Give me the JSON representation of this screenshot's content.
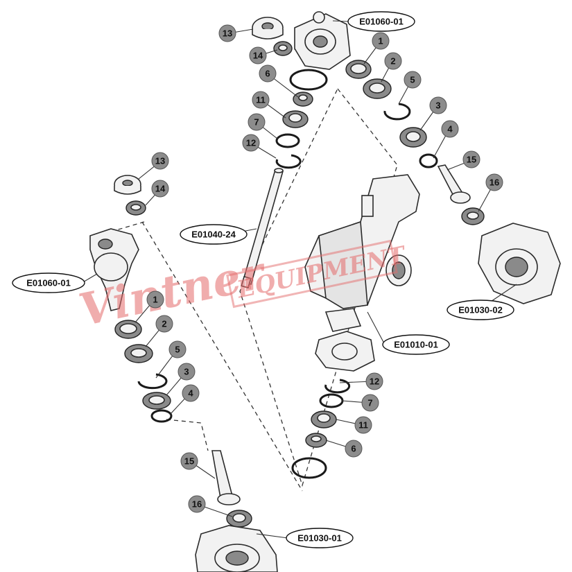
{
  "diagram": {
    "watermark": {
      "script_text": "Vintner",
      "block_text": "EQUIPMENT"
    },
    "callouts": [
      {
        "id": "c13-top",
        "label": "13"
      },
      {
        "id": "c14-top",
        "label": "14"
      },
      {
        "id": "c6-top",
        "label": "6"
      },
      {
        "id": "c11-top",
        "label": "11"
      },
      {
        "id": "c7-top",
        "label": "7"
      },
      {
        "id": "c12-top",
        "label": "12"
      },
      {
        "id": "c1-right",
        "label": "1"
      },
      {
        "id": "c2-right",
        "label": "2"
      },
      {
        "id": "c5-right",
        "label": "5"
      },
      {
        "id": "c3-right",
        "label": "3"
      },
      {
        "id": "c4-right",
        "label": "4"
      },
      {
        "id": "c15-right",
        "label": "15"
      },
      {
        "id": "c16-right",
        "label": "16"
      },
      {
        "id": "c13-left",
        "label": "13"
      },
      {
        "id": "c14-left",
        "label": "14"
      },
      {
        "id": "c1-left",
        "label": "1"
      },
      {
        "id": "c2-left",
        "label": "2"
      },
      {
        "id": "c5-left",
        "label": "5"
      },
      {
        "id": "c3-left",
        "label": "3"
      },
      {
        "id": "c4-left",
        "label": "4"
      },
      {
        "id": "c15-left",
        "label": "15"
      },
      {
        "id": "c16-left",
        "label": "16"
      },
      {
        "id": "c12-bottom",
        "label": "12"
      },
      {
        "id": "c7-bottom",
        "label": "7"
      },
      {
        "id": "c11-bottom",
        "label": "11"
      },
      {
        "id": "c6-bottom",
        "label": "6"
      }
    ],
    "part_codes": [
      {
        "id": "p-e01060-top",
        "label": "E01060-01"
      },
      {
        "id": "p-e01040",
        "label": "E01040-24"
      },
      {
        "id": "p-e01060-left",
        "label": "E01060-01"
      },
      {
        "id": "p-e01030-02",
        "label": "E01030-02"
      },
      {
        "id": "p-e01010",
        "label": "E01010-01"
      },
      {
        "id": "p-e01030-01",
        "label": "E01030-01"
      }
    ]
  }
}
